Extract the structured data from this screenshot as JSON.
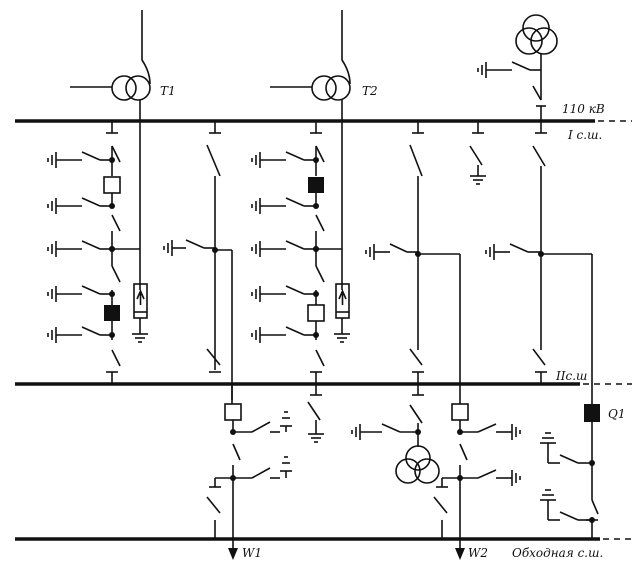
{
  "labels": {
    "t1": "T1",
    "t2": "T2",
    "voltage": "110 кВ",
    "bus1": "I с.ш.",
    "bus2": "IIс.ш",
    "q1": "Q1",
    "w1": "W1",
    "w2": "W2",
    "bypass": "Обходная с.ш."
  }
}
